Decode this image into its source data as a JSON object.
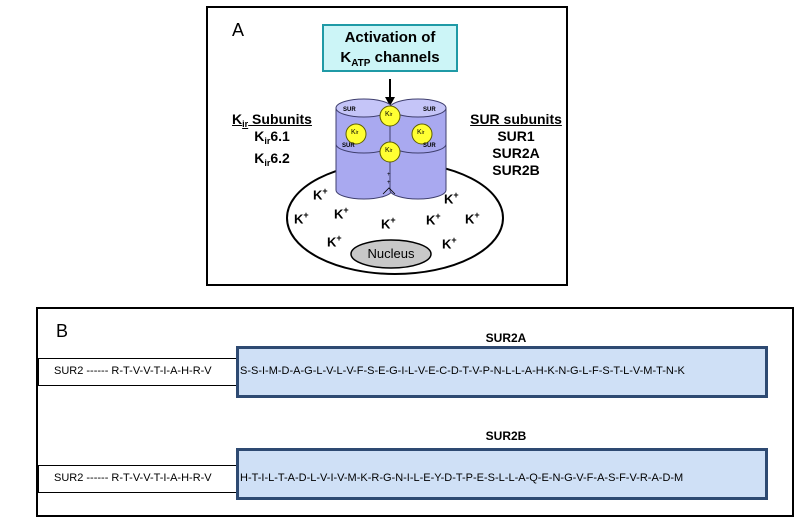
{
  "panel_a": {
    "letter": "A",
    "activation": {
      "line1": "Activation of",
      "k": "K",
      "k_sub": "ATP",
      "line2_rest": " channels"
    },
    "kir_subunits": {
      "k": "K",
      "k_sub": "ir",
      "title_rest": " Subunits",
      "items": [
        {
          "k": "K",
          "sub": "ir",
          "num": "6.1"
        },
        {
          "k": "K",
          "sub": "ir",
          "num": "6.2"
        }
      ]
    },
    "sur_subunits": {
      "title": "SUR subunits",
      "items": [
        "SUR1",
        "SUR2A",
        "SUR2B"
      ]
    },
    "channel_labels": {
      "sur": "SUR",
      "kir_k": "K",
      "kir_sub": "ir"
    },
    "k_ion": {
      "k": "K",
      "charge": "+"
    },
    "nucleus": "Nucleus"
  },
  "panel_b": {
    "letter": "B",
    "sequences": [
      {
        "name": "SUR2A",
        "prefix": "SUR2 ------ R-T-V-V-T-I-A-H-R-V",
        "body": "S-S-I-M-D-A-G-L-V-L-V-F-S-E-G-I-L-V-E-C-D-T-V-P-N-L-L-A-H-K-N-G-L-F-S-T-L-V-M-T-N-K"
      },
      {
        "name": "SUR2B",
        "prefix": "SUR2 ------ R-T-V-V-T-I-A-H-R-V",
        "body": "H-T-I-L-T-A-D-L-V-I-V-M-K-R-G-N-I-L-E-Y-D-T-P-E-S-L-L-A-Q-E-N-G-V-F-A-S-F-V-R-A-D-M"
      }
    ]
  },
  "colors": {
    "cylinder": "#a9a9f0",
    "kir": "#ffff33",
    "activation_box": "#ccf5f7",
    "highlight": "#cfe0f6",
    "highlight_border": "#2e4a72"
  }
}
